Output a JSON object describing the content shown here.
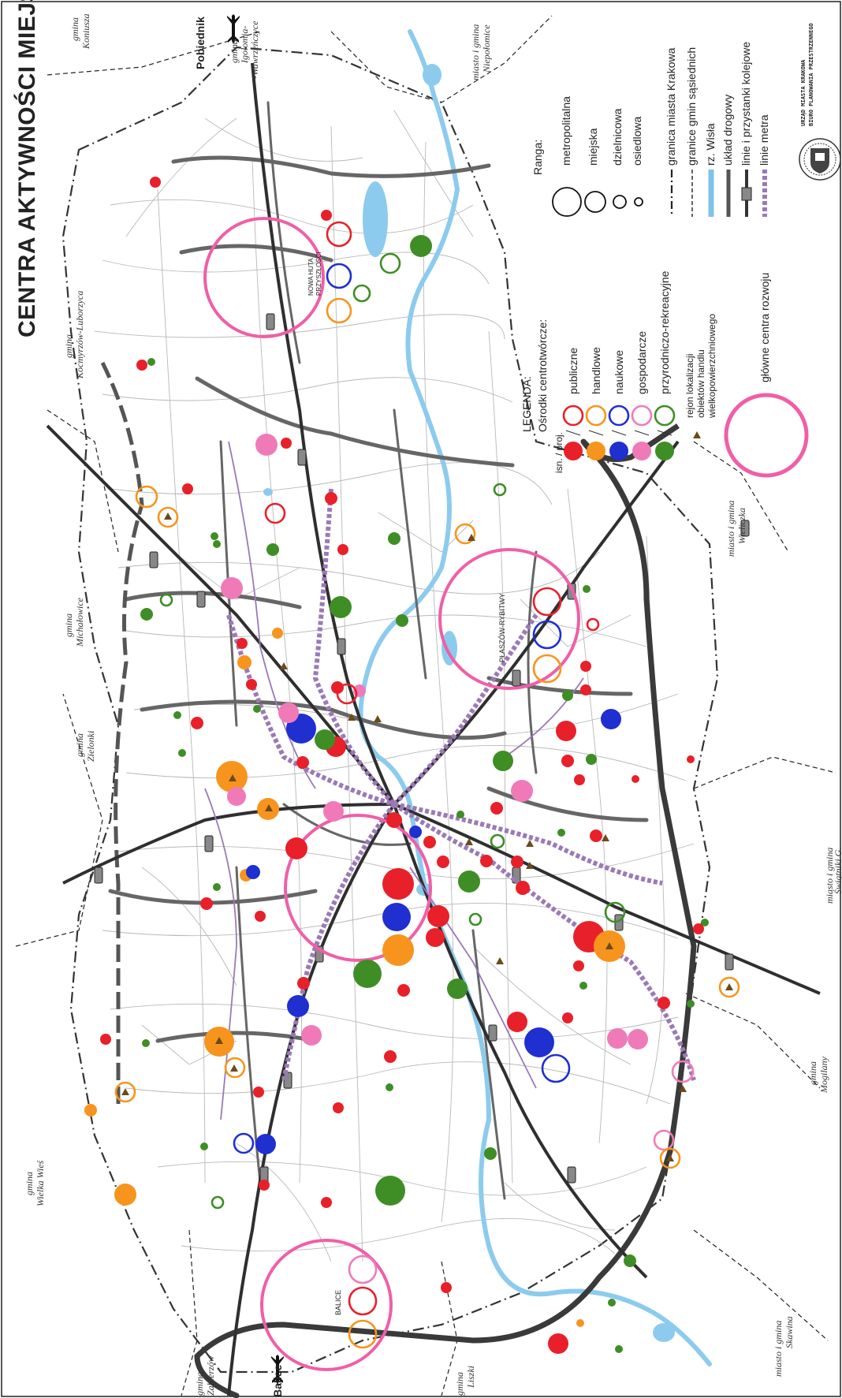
{
  "title": "CENTRA AKTYWNOŚCI MIEJSKICH",
  "colors": {
    "public": "#e8202a",
    "commercial": "#f7941d",
    "science": "#1f2fd0",
    "economic": "#f07ab8",
    "nature": "#3e8e25",
    "river": "#7ec3ea",
    "metro": "#9b79b8",
    "road": "#555555",
    "rail": "#333333",
    "centre": "#ef5fa7"
  },
  "legend": {
    "rank_heading": "Ranga:",
    "ranks": [
      "metropolitalna",
      "miejska",
      "dzielnicowa",
      "osiedlowa"
    ],
    "lines": [
      "granica miasta Krakowa",
      "granice gmin sąsiednich",
      "rz. Wisła",
      "układ drogowy",
      "linie i przystanki kolejowe",
      "linie metra"
    ],
    "legend_heading": "LEGENDA:",
    "centres_heading": "Ośrodki centrotwórcze:",
    "status_label": "isn. / proj.",
    "categories": [
      "publiczne",
      "handlowe",
      "naukowe",
      "gospodarcze",
      "przyrodniczo-rekreacyjne"
    ],
    "retail_line1": "rejon lokalizacji",
    "retail_line2": "obiektów handlu",
    "retail_line3": "wielkopowierzchniowego",
    "main_centre": "główne centra rozwoju"
  },
  "office": {
    "line1": "URZĄD MIASTA KRAKOWA",
    "line2": "BIURO PLANOWANIA PRZESTRZENNEGO"
  },
  "places": {
    "nowa_huta_1": "NOWA HUTA",
    "nowa_huta_2": "PRZYSZŁOŚCI",
    "plaszow": "PŁASZÓW-RYBITWY",
    "balice_c": "BALICE"
  },
  "airports": {
    "pobiednik": "Pobiednik",
    "balice": "Balice"
  },
  "gminy": {
    "koniusza_1": "gmina",
    "koniusza_2": "Koniusza",
    "igol_1": "gmina",
    "igol_2": "Igołomia-",
    "igol_3": "-Wawrzeńczyce",
    "niep_1": "miasto i gmina",
    "niep_2": "Niepołomice",
    "kocm_1": "gmina",
    "kocm_2": "Kocmyrzów-Luborzyca",
    "mich_1": "gmina",
    "mich_2": "Michałowice",
    "ziel_1": "gmina",
    "ziel_2": "Zielonki",
    "wiel_1": "miasto i gmina",
    "wiel_2": "Wieliczka",
    "swia_1": "miasto i gmina",
    "swia_2": "Świątniki G.",
    "wies_1": "gmina",
    "wies_2": "Wielka Wieś",
    "mogi_1": "gmina",
    "mogi_2": "Mogilany",
    "zabi_1": "gmina",
    "zabi_2": "Zabierzów",
    "lisz_1": "gmina",
    "lisz_2": "Liszki",
    "skaw_1": "miasto i gmina",
    "skaw_2": "Skawina"
  }
}
